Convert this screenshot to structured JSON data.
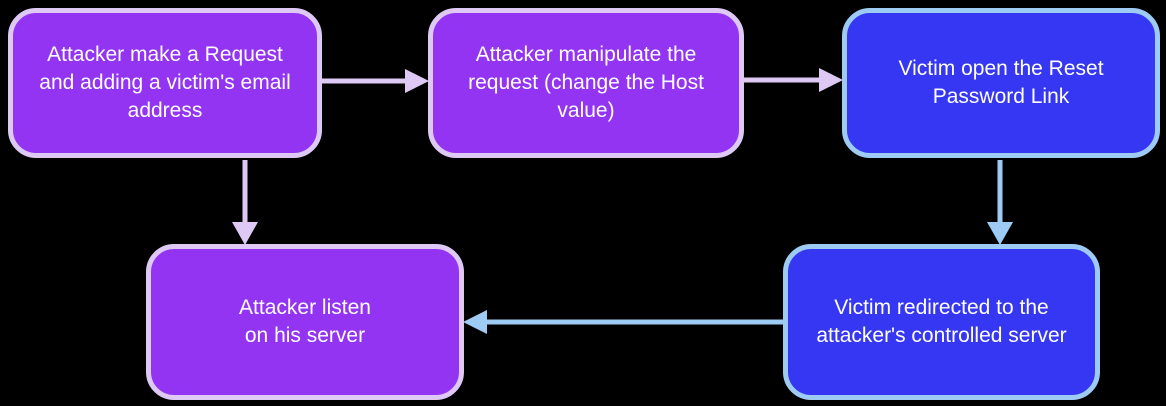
{
  "diagram": {
    "nodes": [
      {
        "id": "n1",
        "label": "Attacker make a Request\nand adding a victim's email\naddress",
        "variant": "purple"
      },
      {
        "id": "n2",
        "label": "Attacker manipulate the\nrequest (change the Host\nvalue)",
        "variant": "purple"
      },
      {
        "id": "n3",
        "label": "Victim open the Reset\nPassword Link",
        "variant": "blue"
      },
      {
        "id": "n4",
        "label": "Victim redirected to the\nattacker's controlled server",
        "variant": "blue"
      },
      {
        "id": "n5",
        "label": "Attacker listen\non his server",
        "variant": "purple"
      }
    ],
    "edges": [
      {
        "from": "n1",
        "to": "n2",
        "direction": "right",
        "variant": "purple"
      },
      {
        "from": "n2",
        "to": "n3",
        "direction": "right",
        "variant": "purple"
      },
      {
        "from": "n3",
        "to": "n4",
        "direction": "down",
        "variant": "blue"
      },
      {
        "from": "n4",
        "to": "n5",
        "direction": "left",
        "variant": "blue"
      },
      {
        "from": "n1",
        "to": "n5",
        "direction": "down",
        "variant": "purple"
      }
    ]
  },
  "colors": {
    "background": "#000000",
    "purple-fill": "#9334F2",
    "purple-border": "#DEC9F5",
    "blue-fill": "#3637F2",
    "blue-border": "#9DCBF4",
    "text": "#FFFFFF"
  }
}
